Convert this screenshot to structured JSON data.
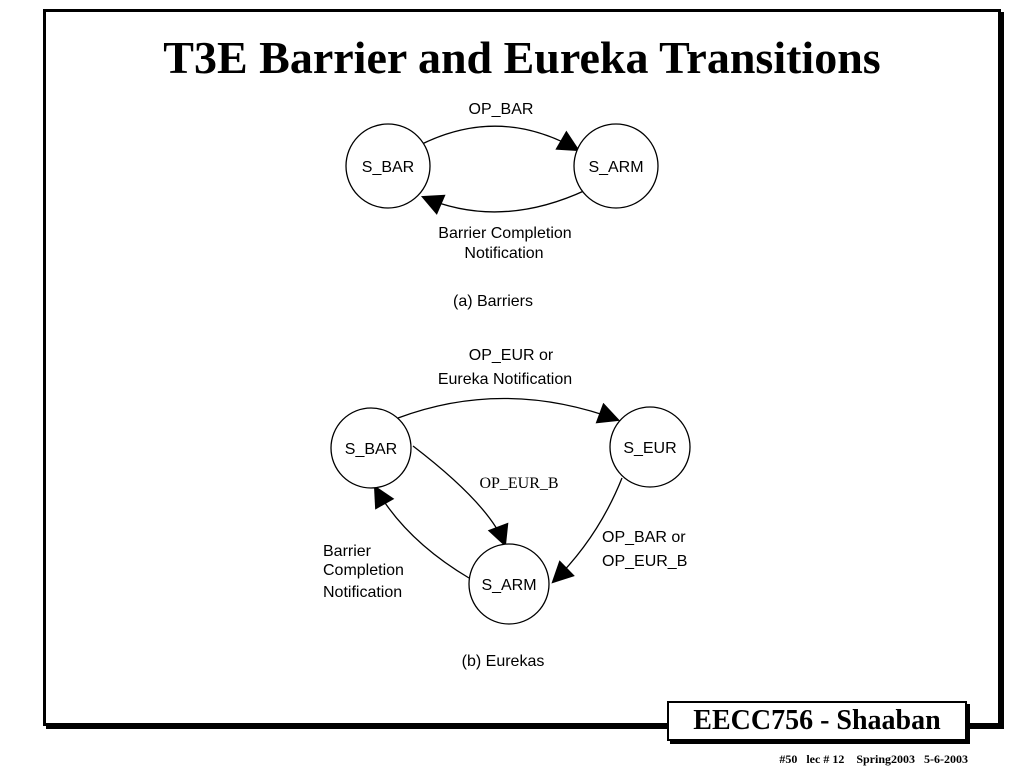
{
  "slide": {
    "title": "T3E Barrier and Eureka Transitions",
    "badge": "EECC756 - Shaaban",
    "footer": "#50   lec # 12    Spring2003   5-6-2003"
  },
  "diagram_a": {
    "states": {
      "s_bar": "S_BAR",
      "s_arm": "S_ARM"
    },
    "edges": {
      "op_bar": "OP_BAR",
      "completion_line1": "Barrier Completion",
      "completion_line2": "Notification"
    },
    "caption": "(a) Barriers"
  },
  "diagram_b": {
    "states": {
      "s_bar": "S_BAR",
      "s_eur": "S_EUR",
      "s_arm": "S_ARM"
    },
    "edges": {
      "op_eur_line1": "OP_EUR or",
      "op_eur_line2": "Eureka Notification",
      "op_eur_b": "OP_EUR_B",
      "op_bar_line1": "OP_BAR or",
      "op_bar_line2": "OP_EUR_B",
      "completion_line1": "Barrier",
      "completion_line2": "Completion",
      "completion_line3": "Notification"
    },
    "caption": "(b) Eurekas"
  }
}
